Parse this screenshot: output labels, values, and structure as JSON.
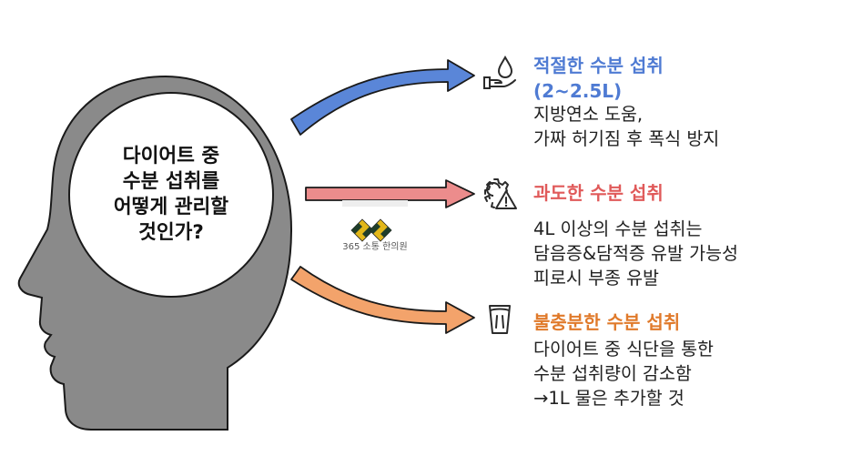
{
  "question": {
    "lines": [
      "다이어트 중",
      "수분 섭취를",
      "어떻게 관리할",
      "것인가?"
    ]
  },
  "logo": {
    "caption": "365 소통 한의원"
  },
  "colors": {
    "head_fill": "#8a8a8a",
    "head_outline": "#1a1a1a",
    "circle_fill": "#ffffff",
    "blue": "#4f7bd3",
    "red": "#e36363",
    "orange": "#e07a2b"
  },
  "items": [
    {
      "icon": "water-drop-hand-icon",
      "title_lines": [
        "적절한 수분 섭취",
        "(2~2.5L)"
      ],
      "body_lines": [
        "지방연소 도움,",
        "가짜 허기짐 후 폭식 방지"
      ],
      "color": "#4f7bd3"
    },
    {
      "icon": "warning-gear-icon",
      "title_lines": [
        "과도한 수분 섭취"
      ],
      "body_lines": [
        "4L 이상의 수분 섭취는",
        "담음증&담적증 유발 가능성",
        "피로시 부종 유발"
      ],
      "color": "#e36363"
    },
    {
      "icon": "glass-icon",
      "title_lines": [
        "불충분한 수분 섭취"
      ],
      "body_lines": [
        "다이어트 중 식단을 통한",
        "수분 섭취량이 감소함",
        "→1L 물은 추가할 것"
      ],
      "color": "#e07a2b"
    }
  ]
}
